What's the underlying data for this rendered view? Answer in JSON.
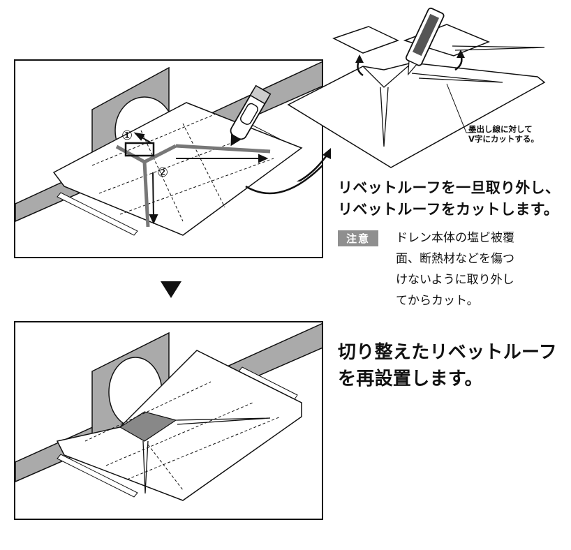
{
  "top_panel": {
    "step_1_marker": "①",
    "step_2_marker": "②"
  },
  "heading_remove": [
    "リベットルーフを一旦取り外し、",
    "リベットルーフをカットします。"
  ],
  "note": {
    "badge": "注意",
    "lines": [
      "ドレン本体の塩ビ被覆",
      "面、断熱材などを傷つ",
      "けないように取り外し",
      "てからカット。"
    ]
  },
  "callout": [
    "墨出し線に対して",
    "V字にカットする。"
  ],
  "heading_reinstall": [
    "切り整えたリベットルーフ",
    "を再設置します。"
  ],
  "colors": {
    "line": "#111111",
    "wall_gray": "#aaaaaa",
    "cut_line_gray": "#777777",
    "badge_gray": "#8f8f8f"
  }
}
